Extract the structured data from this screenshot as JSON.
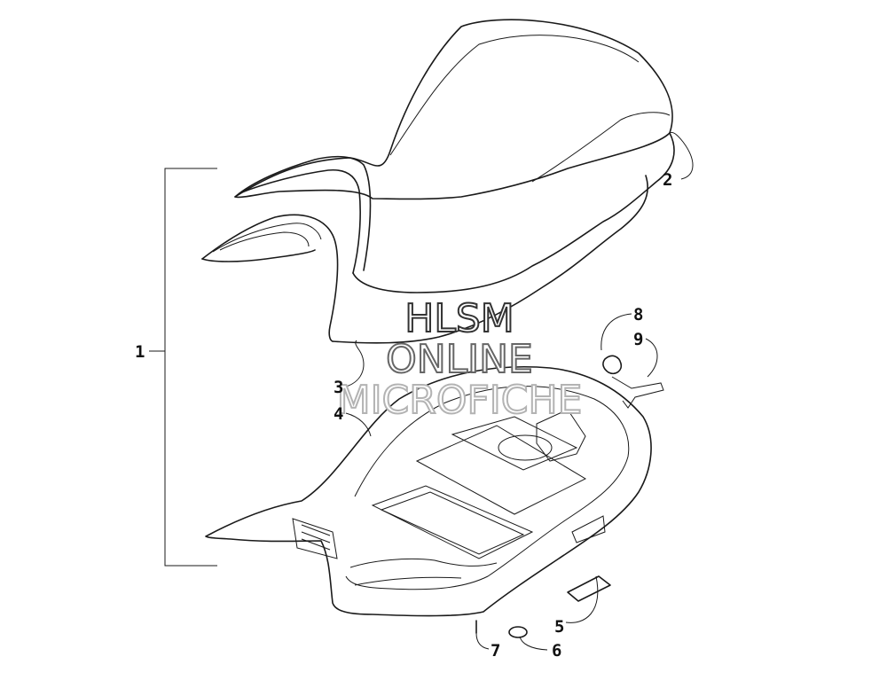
{
  "callouts": {
    "c1": "1",
    "c2": "2",
    "c3": "3",
    "c4": "4",
    "c5": "5",
    "c6": "6",
    "c7": "7",
    "c8": "8",
    "c9": "9"
  },
  "watermark": {
    "line1": "HLSM",
    "line2": "ONLINE",
    "line3": "MICROFICHE",
    "color_line1": "#333333",
    "color_line2": "#666666",
    "color_line3": "#b3b3b3"
  }
}
